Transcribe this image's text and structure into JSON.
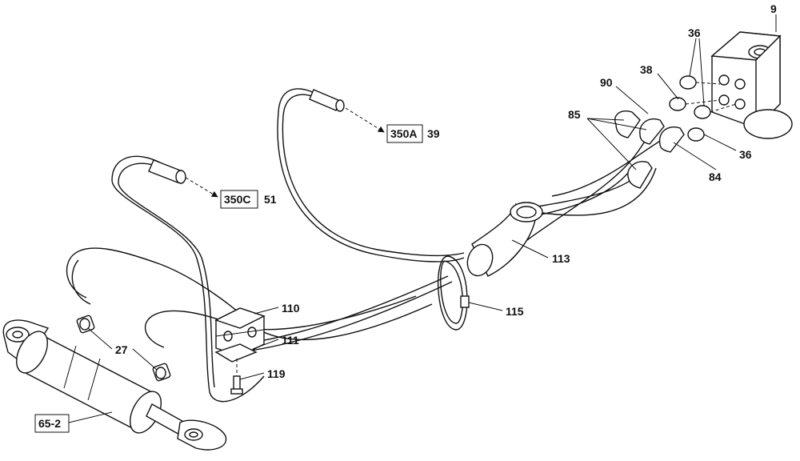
{
  "callouts": {
    "c9": "9",
    "c36a": "36",
    "c36b": "36",
    "c38": "38",
    "c90": "90",
    "c85": "85",
    "c84": "84",
    "c113": "113",
    "c115": "115",
    "c110": "110",
    "c111": "111",
    "c119": "119",
    "c27": "27",
    "c39": "39",
    "c51": "51"
  },
  "references": {
    "r350A": "350A",
    "r350C": "350C",
    "r65_2": "65-2"
  },
  "icons": {
    "cylinder": "hydraulic-cylinder-icon",
    "valve": "valve-block-icon",
    "clamp": "hose-clamp-block-icon",
    "tie": "cable-tie-icon",
    "bolt": "bolt-icon"
  }
}
